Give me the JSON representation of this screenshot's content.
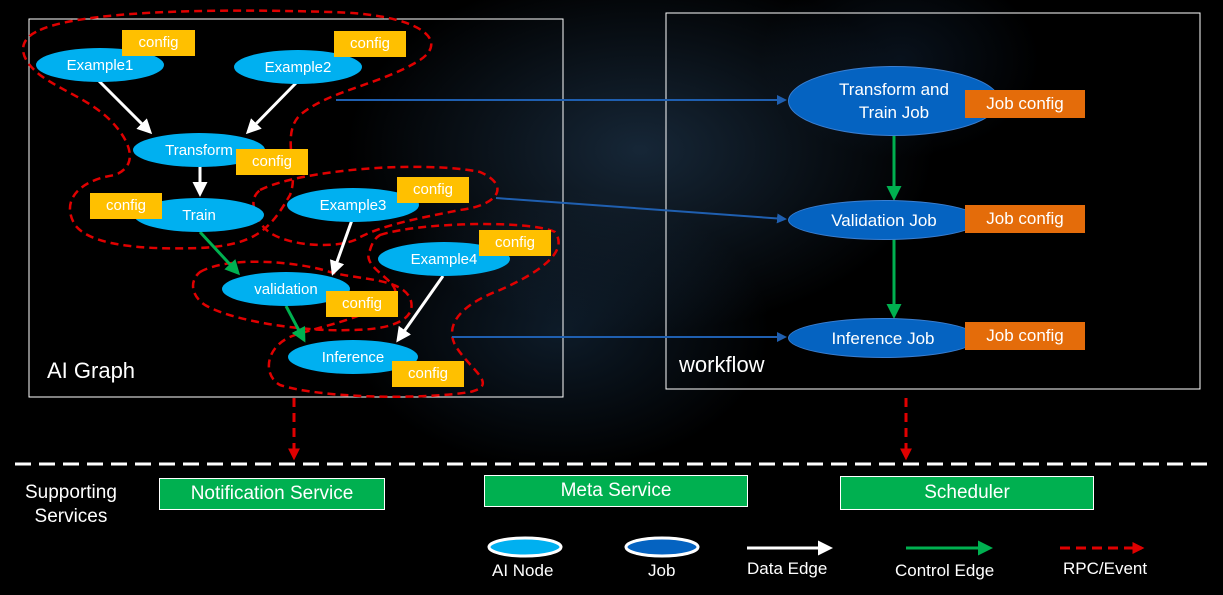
{
  "ai_graph": {
    "title": "AI Graph",
    "nodes": {
      "example1": "Example1",
      "example2": "Example2",
      "transform": "Transform",
      "train": "Train",
      "example3": "Example3",
      "example4": "Example4",
      "validation": "validation",
      "inference": "Inference"
    },
    "config_label": "config"
  },
  "workflow": {
    "title": "workflow",
    "jobs": {
      "transform_train_line1": "Transform and",
      "transform_train_line2": "Train Job",
      "validation": "Validation Job",
      "inference": "Inference Job"
    },
    "job_config_label": "Job config"
  },
  "services": {
    "heading_line1": "Supporting",
    "heading_line2": "Services",
    "notification": "Notification Service",
    "meta": "Meta Service",
    "scheduler": "Scheduler"
  },
  "legend": {
    "ai_node": "AI Node",
    "job": "Job",
    "data_edge": "Data Edge",
    "control_edge": "Control Edge",
    "rpc_event": "RPC/Event"
  },
  "colors": {
    "ai_node": "#00b0f0",
    "job": "#0563c1",
    "config": "#ffc000",
    "job_config": "#e46c0a",
    "service": "#00b050",
    "control_edge": "#00b050",
    "rpc_event": "#e00000",
    "workflow_link": "#1f5fb0"
  }
}
